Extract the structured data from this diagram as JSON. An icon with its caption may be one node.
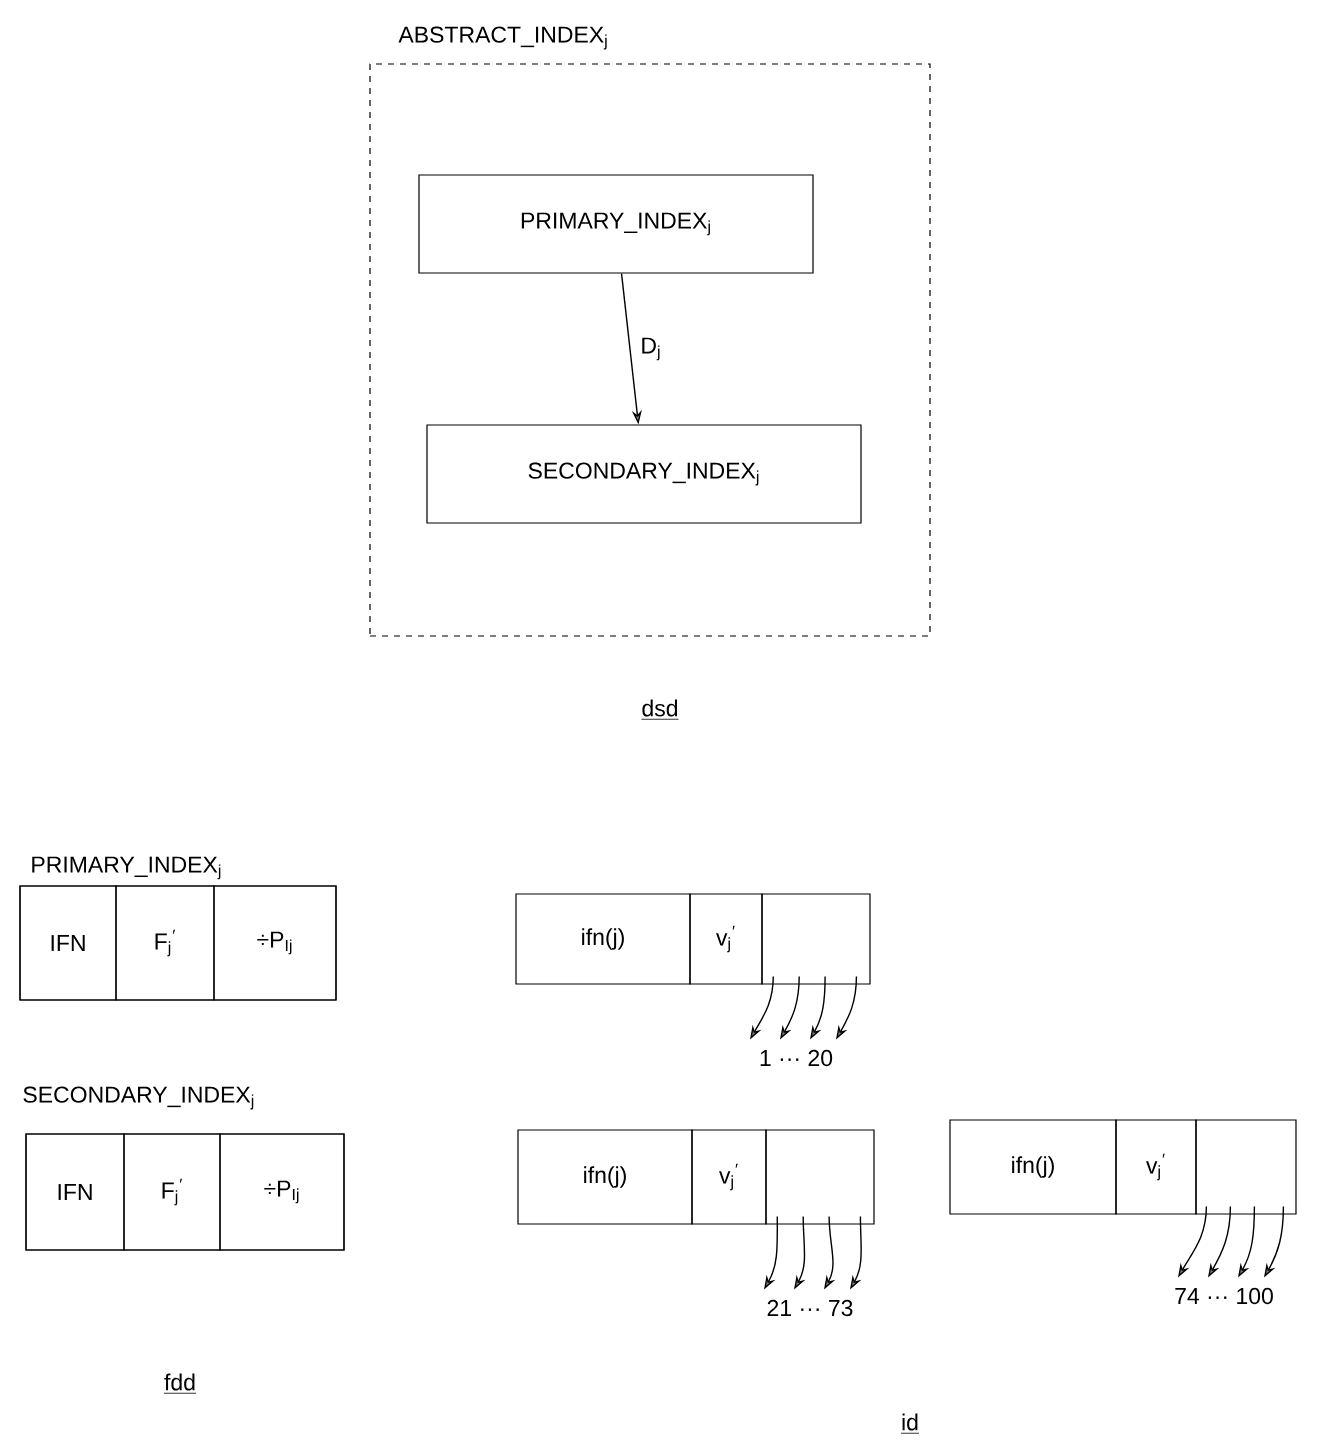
{
  "diagram": {
    "nodes": [
      {
        "text": [
          "ABSTRACT_INDEX$_{j}$"
        ]
      },
      {
        "text": [
          "PRIMARY_INDEX$_{j}$"
        ],
        "in": 0
      },
      {
        "text": [
          "SECONDARY_INDEX$_{j}$"
        ],
        "in": 0
      },
      {
        "text": [
          "PRIMARY_INDEX$_{j}$"
        ]
      },
      {
        "text": [
          "IFN"
        ],
        "in": 3
      },
      {
        "text": [
          "F$_{j}$$^{′}$"
        ],
        "in": 3
      },
      {
        "text": [
          "÷P$_{Ij}$"
        ],
        "in": 3
      },
      {
        "text": [
          "SECONDARY_INDEX$_{j}$"
        ]
      },
      {
        "text": [
          "IFN"
        ],
        "in": 7
      },
      {
        "text": [
          "F$_{j}$$^{′}$"
        ],
        "in": 7
      },
      {
        "text": [
          "÷P$_{Ij}$"
        ],
        "in": 7
      },
      {
        "text": [
          "ifn(j)"
        ]
      },
      {
        "text": [
          "v$_{j}$$^{′}$"
        ]
      },
      {
        "text": [],
        "shape": "box"
      },
      {
        "text": [
          "1 ··· 20"
        ]
      },
      {
        "text": [
          "ifn(j)"
        ]
      },
      {
        "text": [
          "v$_{j}$$^{′}$"
        ]
      },
      {
        "text": [],
        "shape": "box"
      },
      {
        "text": [
          "21 ··· 73"
        ]
      },
      {
        "text": [
          "ifn(j)"
        ]
      },
      {
        "text": [
          "v$_{j}$$^{′}$"
        ]
      },
      {
        "text": [],
        "shape": "box"
      },
      {
        "text": [
          "74 ··· 100"
        ]
      }
    ],
    "edges": [
      {
        "from": 1,
        "to": 2,
        "arrow": "to",
        "label": "D$_{j}$"
      },
      {
        "from": 13,
        "to": 14,
        "arrow": "to"
      },
      {
        "from": 13,
        "to": 14,
        "arrow": "to"
      },
      {
        "from": 13,
        "to": 14,
        "arrow": "to"
      },
      {
        "from": 13,
        "to": 14,
        "arrow": "to"
      },
      {
        "from": 17,
        "to": 18,
        "arrow": "to"
      },
      {
        "from": 17,
        "to": 18,
        "arrow": "to"
      },
      {
        "from": 17,
        "to": 18,
        "arrow": "to"
      },
      {
        "from": 17,
        "to": 18,
        "arrow": "to"
      },
      {
        "from": 21,
        "to": 22,
        "arrow": "to"
      },
      {
        "from": 21,
        "to": 22,
        "arrow": "to"
      },
      {
        "from": 21,
        "to": 22,
        "arrow": "to"
      },
      {
        "from": 21,
        "to": 22,
        "arrow": "to"
      }
    ],
    "labels": [
      "dsd",
      "fdd",
      "id"
    ]
  }
}
